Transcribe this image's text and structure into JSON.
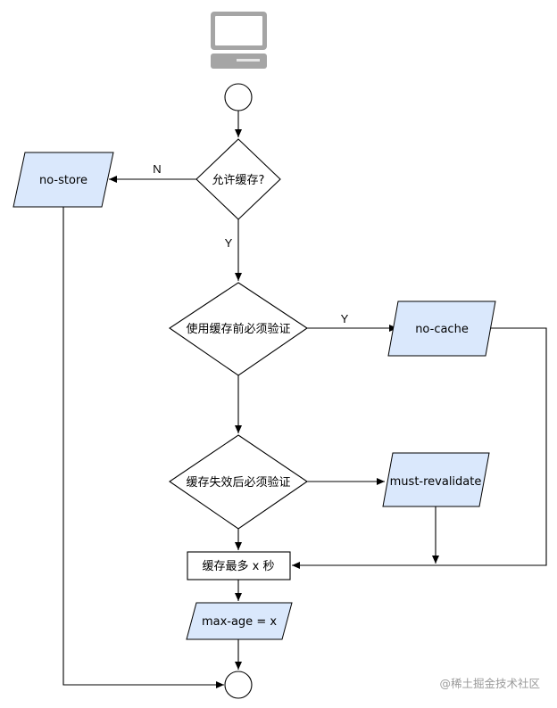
{
  "icons": {
    "start": "computer-icon"
  },
  "nodes": {
    "allow_cache": "允许缓存?",
    "no_store": "no-store",
    "must_validate": "使用缓存前必须验证",
    "no_cache": "no-cache",
    "expired_validate": "缓存失效后必须验证",
    "must_revalidate": "must-revalidate",
    "cache_max": "缓存最多 x 秒",
    "max_age": "max-age = x"
  },
  "edges": {
    "allow_no": "N",
    "allow_yes": "Y",
    "validate_yes": "Y"
  },
  "watermark": "@稀土掘金技术社区",
  "colors": {
    "parallelogram_fill": "#dae8fc",
    "stroke": "#000000",
    "watermark": "#9a9a9a"
  }
}
